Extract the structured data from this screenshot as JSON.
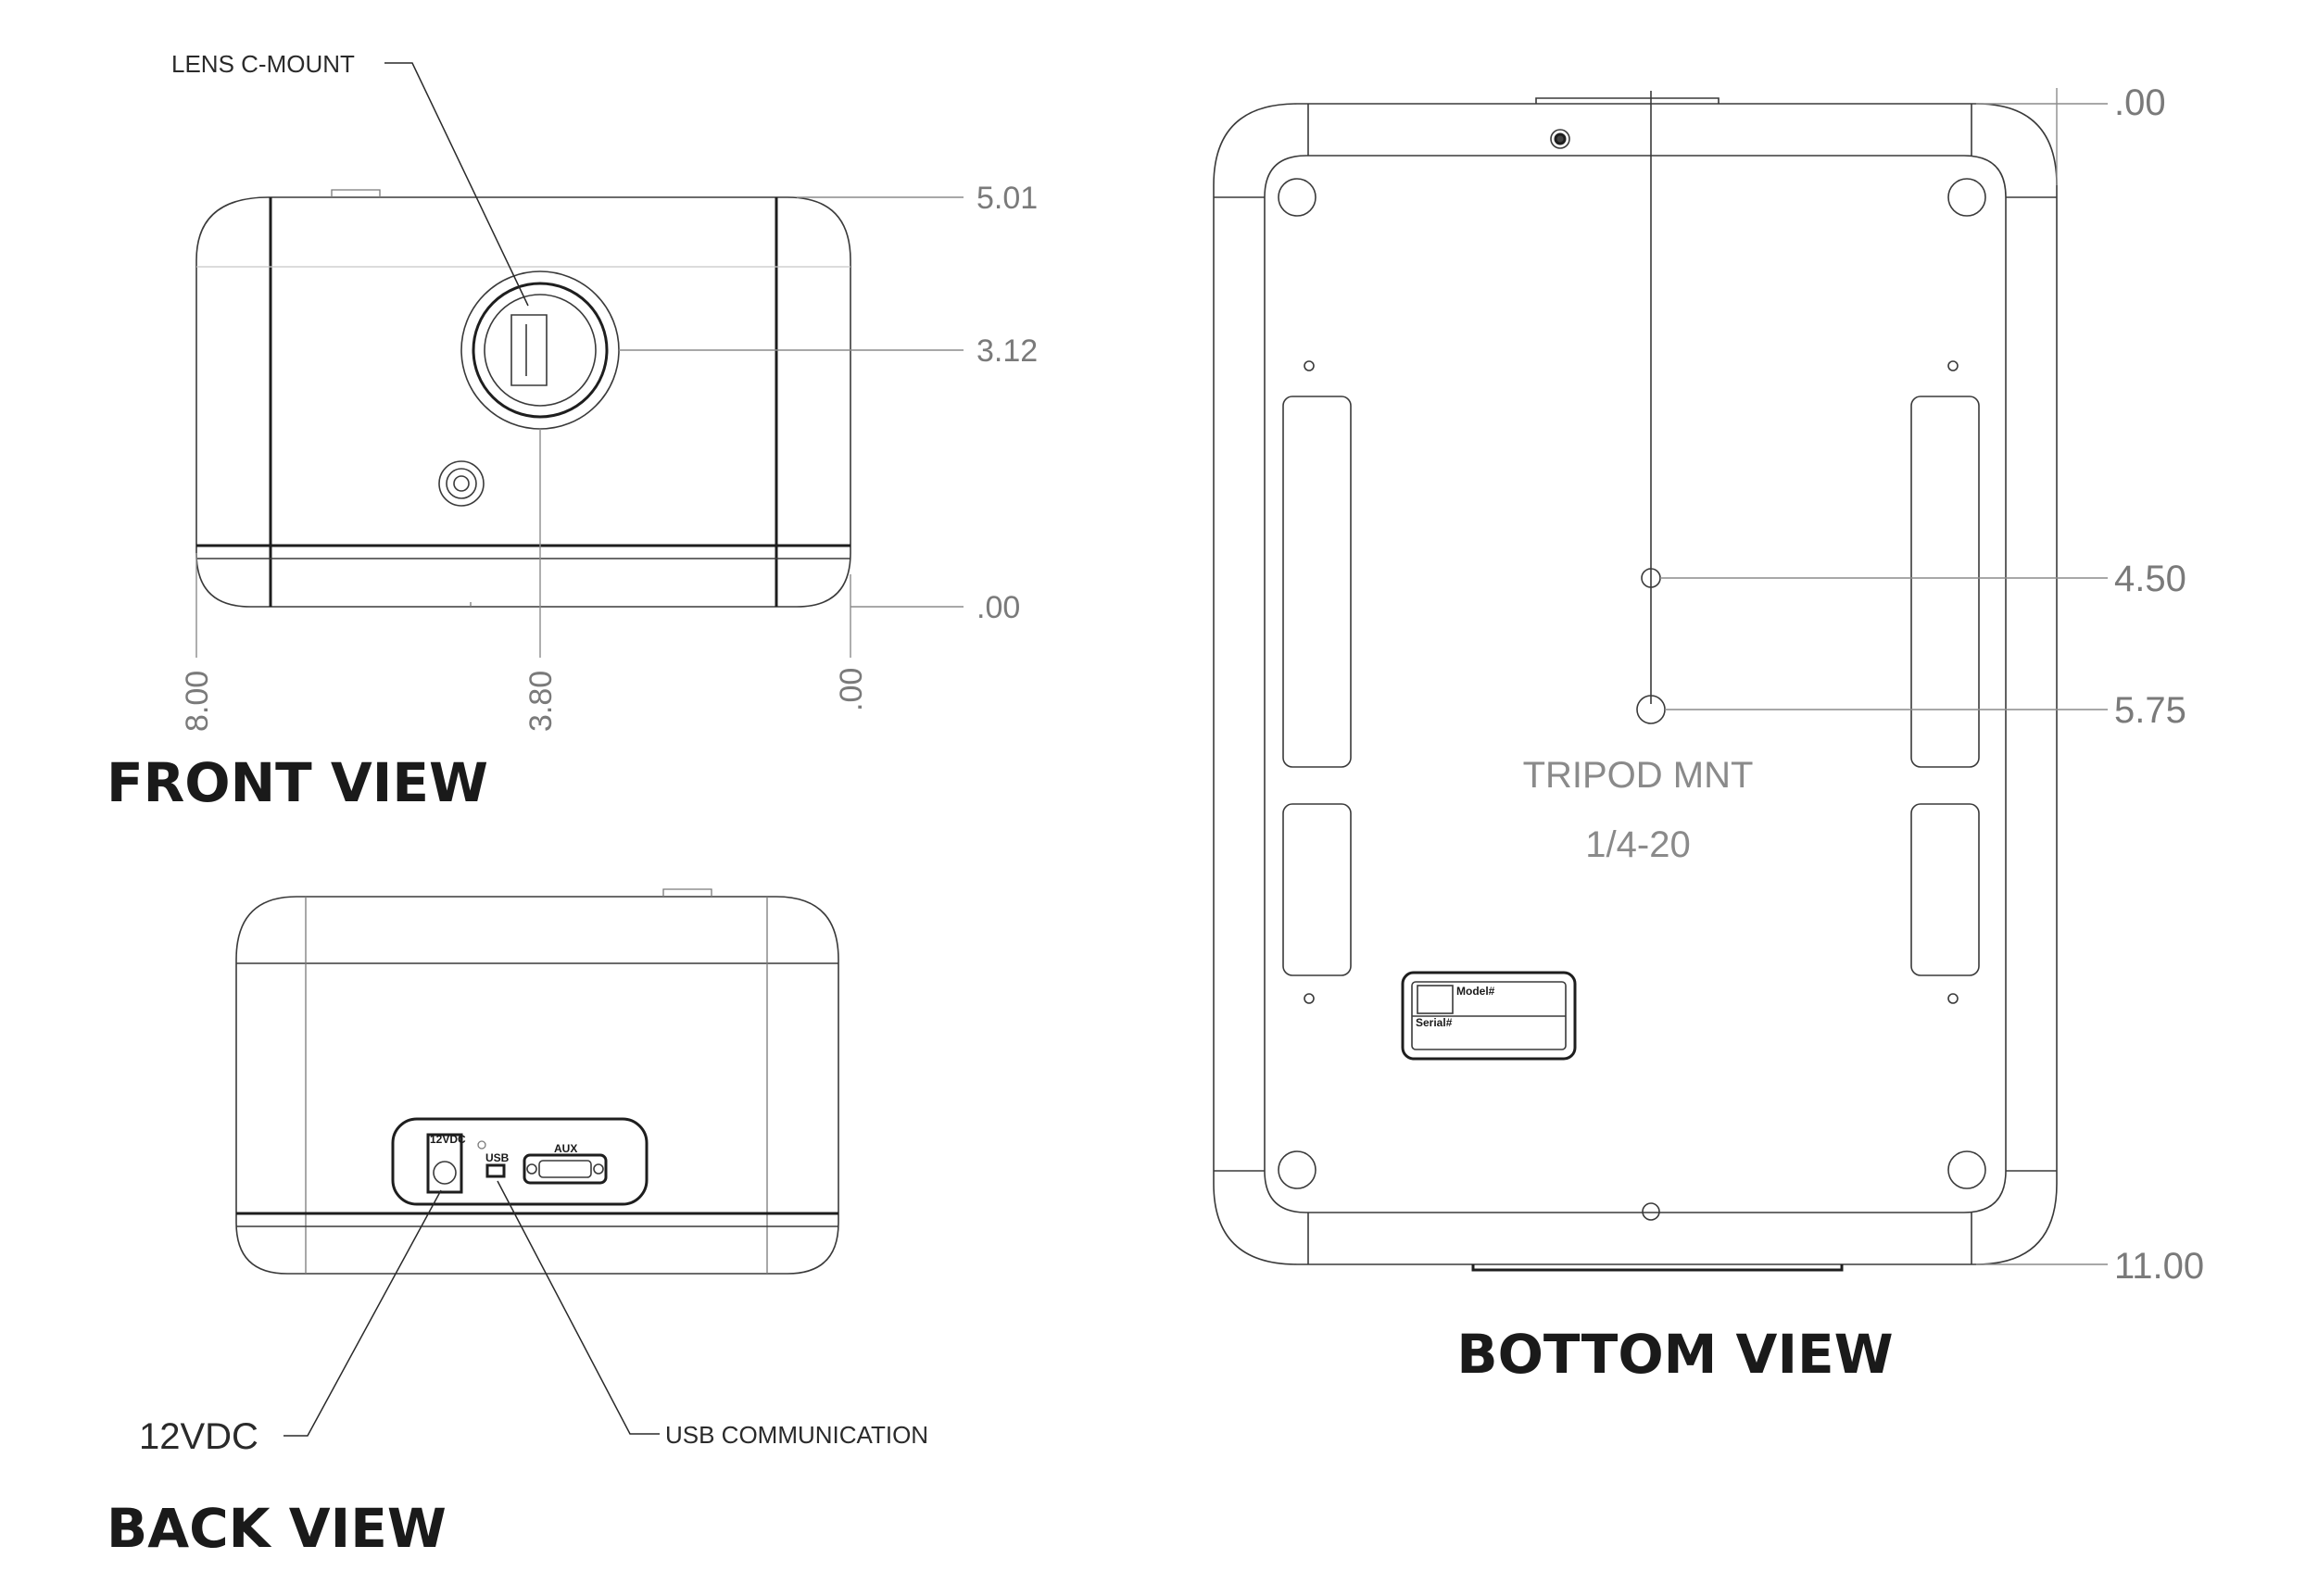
{
  "front_view": {
    "title": "FRONT VIEW",
    "callout_lens": "LENS C-MOUNT",
    "dim_right": [
      "5.01",
      "3.12",
      ".00"
    ],
    "dim_bottom": [
      "8.00",
      "3.80",
      ".00"
    ]
  },
  "back_view": {
    "title": "BACK VIEW",
    "callout_power": "12VDC",
    "callout_usb": "USB COMMUNICATION",
    "panel_labels": [
      "12VDC",
      "USB",
      "AUX"
    ]
  },
  "bottom_view": {
    "title": "BOTTOM VIEW",
    "center_label": "TRIPOD MNT",
    "center_sublabel": "1/4-20",
    "dim_right": [
      ".00",
      "4.50",
      "5.75",
      "11.00"
    ],
    "label_plate": [
      "Model#",
      "Serial#"
    ]
  }
}
